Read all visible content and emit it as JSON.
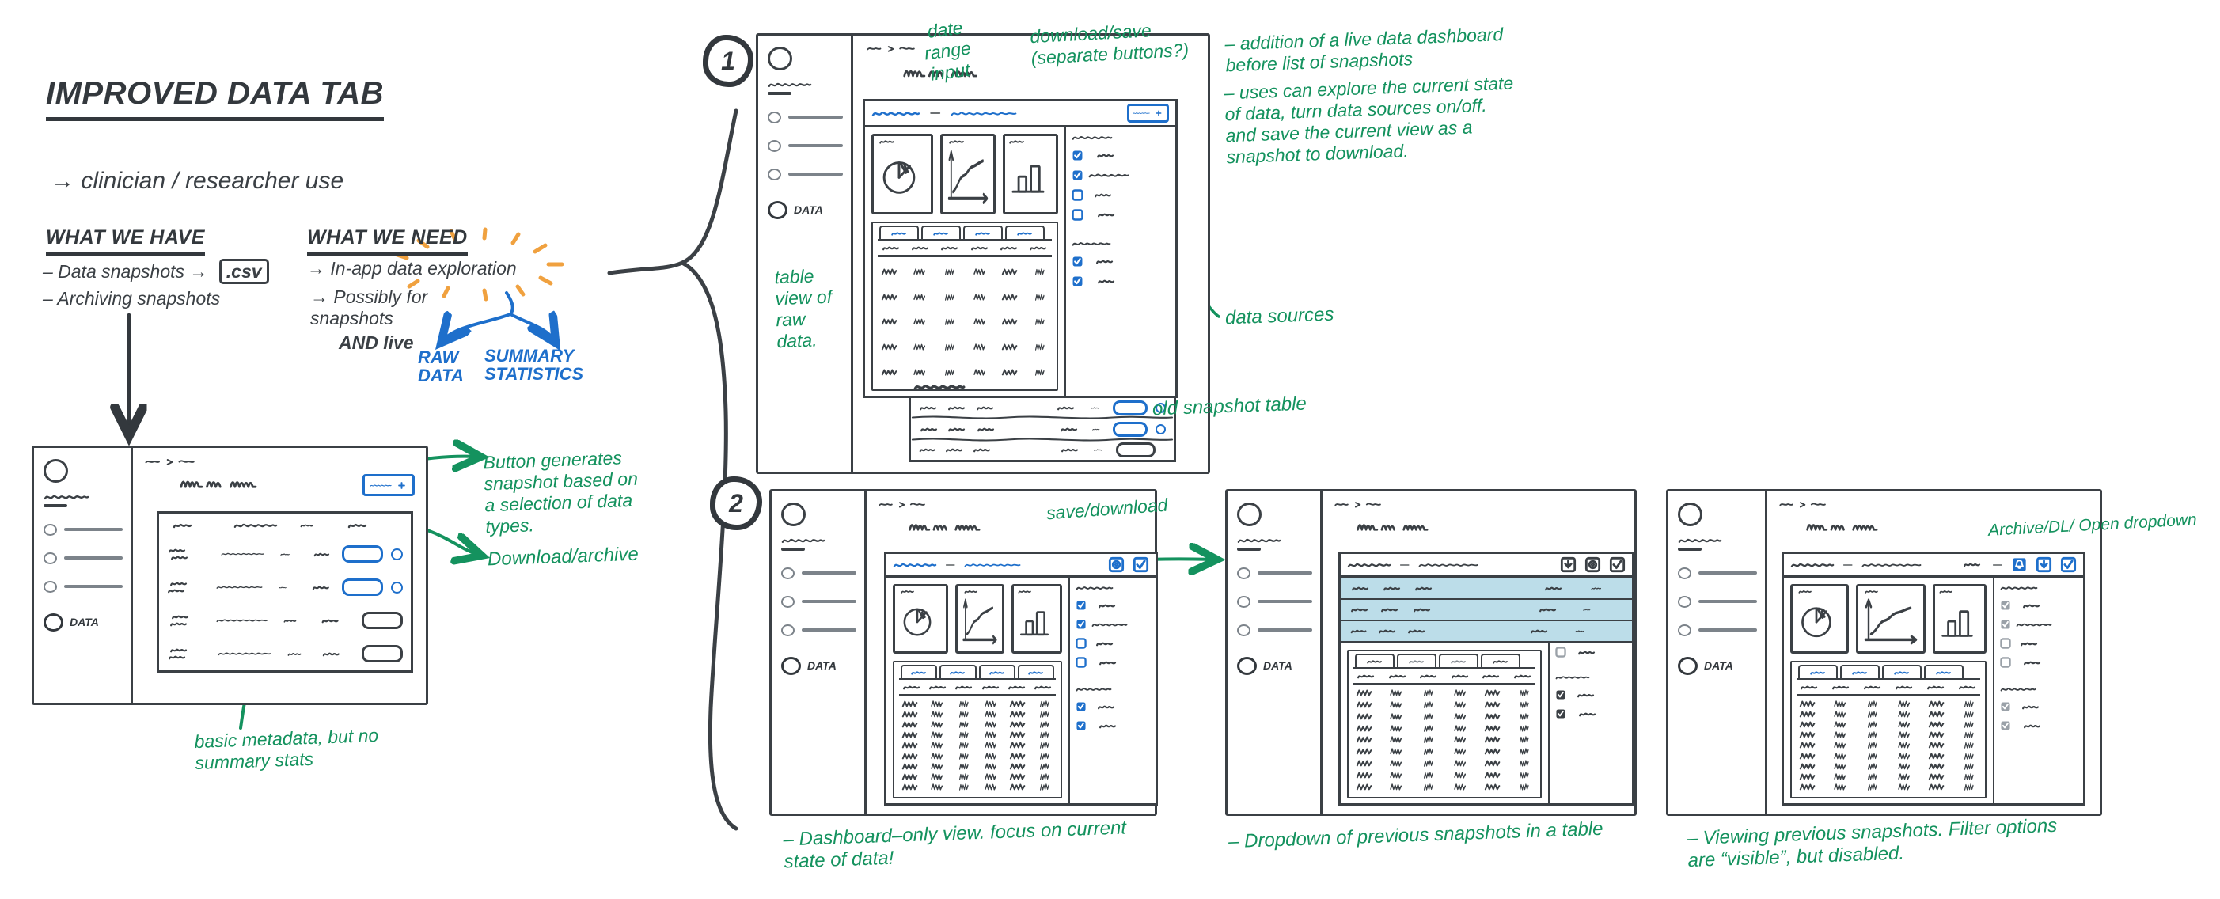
{
  "colors": {
    "ink": "#3b4045",
    "grey": "#848b92",
    "green": "#14925e",
    "blue": "#1e6fcb",
    "light_blue": "#bcdde9",
    "orange": "#f0a13f"
  },
  "badges": {
    "one": "1",
    "two": "2"
  },
  "sidebar": {
    "data_label": "DATA"
  },
  "intro": {
    "title": "IMPROVED DATA TAB",
    "subtitle": "→  clinician / researcher use",
    "have_heading": "WHAT WE HAVE",
    "have_item1": "– Data snapshots  →",
    "have_csv": ".csv",
    "have_item2": "– Archiving snapshots",
    "need_heading": "WHAT WE NEED",
    "need_item1_pre": "→ In-app data ",
    "need_item1_word": "exploration",
    "need_item2": "→ Possibly for\nsnapshots",
    "need_item2b": "AND live",
    "raw_label": "RAW\nDATA",
    "summary_label": "SUMMARY\nSTATISTICS"
  },
  "screen_a": {
    "note_button": "Button generates\nsnapshot based on\na selection of data\ntypes.",
    "note_download": "Download/archive",
    "note_metadata": "basic metadata, but no\nsummary stats"
  },
  "screen_1": {
    "note_date_range": "date\nrange\ninput",
    "note_download_save": "download/save\n(separate buttons?)",
    "note_table_view": "table\nview of\nraw\ndata.",
    "note_data_sources": "data sources",
    "note_old_snapshot": "old snapshot table",
    "bullet1": "– addition of a live data dashboard\nbefore list of snapshots",
    "bullet2": "– uses can explore the current state\nof data, turn data sources on/off.\nand save the current view as a\nsnapshot to download."
  },
  "screen_2": {
    "note_save_download": "save/download",
    "note_archive": "Archive/DL/ Open dropdown",
    "caption_a": "– Dashboard–only view. focus on current\nstate of data!",
    "caption_b": "– Dropdown of previous snapshots in a table",
    "caption_c": "– Viewing previous snapshots. Filter options\nare “visible”, but disabled."
  }
}
